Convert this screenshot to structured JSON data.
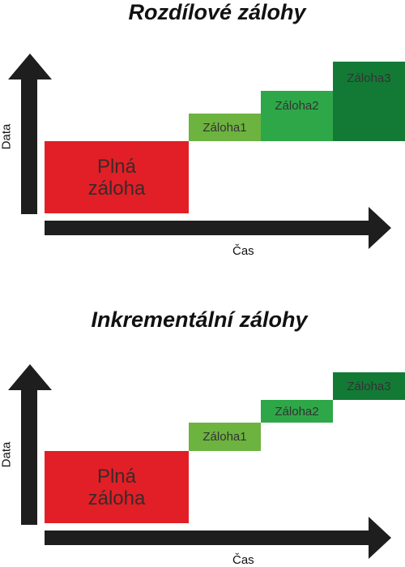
{
  "colors": {
    "full_backup": "#e21f26",
    "backup1": "#6db33f",
    "backup2": "#2ea748",
    "backup3": "#137a36",
    "arrow": "#1e1e1e"
  },
  "diagrams": [
    {
      "title": "Rozdílové zálohy",
      "ylabel": "Data",
      "xlabel": "Čas",
      "full_backup_line1": "Plná",
      "full_backup_line2": "záloha",
      "backup1": "Záloha1",
      "backup2": "Záloha2",
      "backup3": "Záloha3"
    },
    {
      "title": "Inkrementální zálohy",
      "ylabel": "Data",
      "xlabel": "Čas",
      "full_backup_line1": "Plná",
      "full_backup_line2": "záloha",
      "backup1": "Záloha1",
      "backup2": "Záloha2",
      "backup3": "Záloha3"
    }
  ]
}
